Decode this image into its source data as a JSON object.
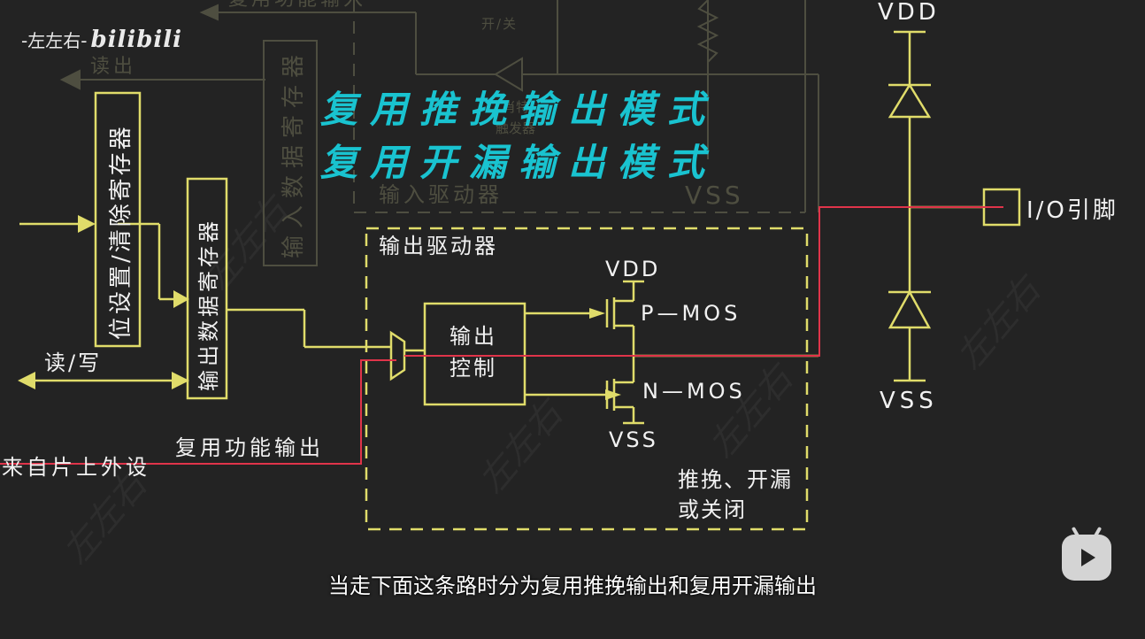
{
  "title": {
    "line1": "复用推挽输出模式",
    "line2": "复用开漏输出模式"
  },
  "branding": {
    "uploader": "-左左右-",
    "site": "bilibili",
    "watermark": "左左右"
  },
  "background_faint": {
    "alt_input": "复用功能输入",
    "read": "读出",
    "on_off": "开/关",
    "input_data_register": "输入数据寄存器",
    "trigger_1": "肖特",
    "trigger_2": "触发器",
    "input_driver": "输入驱动器",
    "vss": "VSS"
  },
  "blocks": {
    "bsrr": "位设置/清除寄存器",
    "odr": "输出数据寄存器",
    "output_driver": "输出驱动器",
    "output_control_1": "输出",
    "output_control_2": "控制"
  },
  "labels": {
    "read_write": "读/写",
    "alt_function_output": "复用功能输出",
    "from_peripheral": "来自片上外设",
    "vdd_inner": "VDD",
    "p_mos": "P—MOS",
    "n_mos": "N—MOS",
    "vss_inner": "VSS",
    "mode_1": "推挽、开漏",
    "mode_2": "或关闭",
    "vdd_outer": "VDD",
    "vss_outer": "VSS",
    "io_pin": "I/O引脚"
  },
  "colors": {
    "background": "#232323",
    "wire": "#e0dc6a",
    "signal_path": "#e0344a",
    "title": "#19c3d0"
  },
  "subtitle": "当走下面这条路时分为复用推挽输出和复用开漏输出"
}
